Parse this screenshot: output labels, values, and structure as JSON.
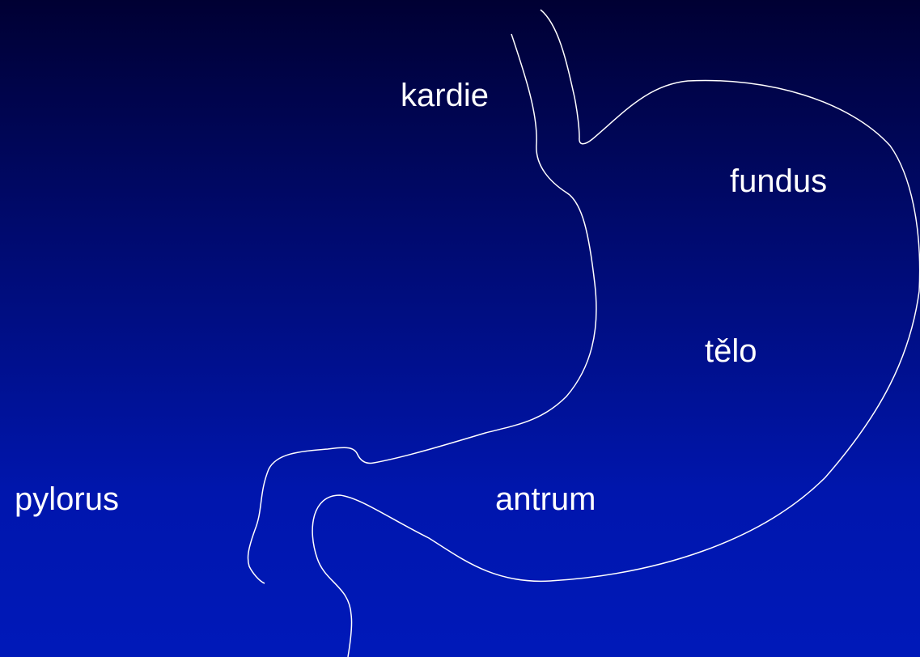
{
  "diagram": {
    "labels": {
      "kardie": "kardie",
      "fundus": "fundus",
      "telo": "tělo",
      "antrum": "antrum",
      "pylorus": "pylorus"
    },
    "colors": {
      "background_top": "#000033",
      "background_bottom": "#0019b9",
      "outline": "#ffffff",
      "text": "#ffffff"
    }
  }
}
